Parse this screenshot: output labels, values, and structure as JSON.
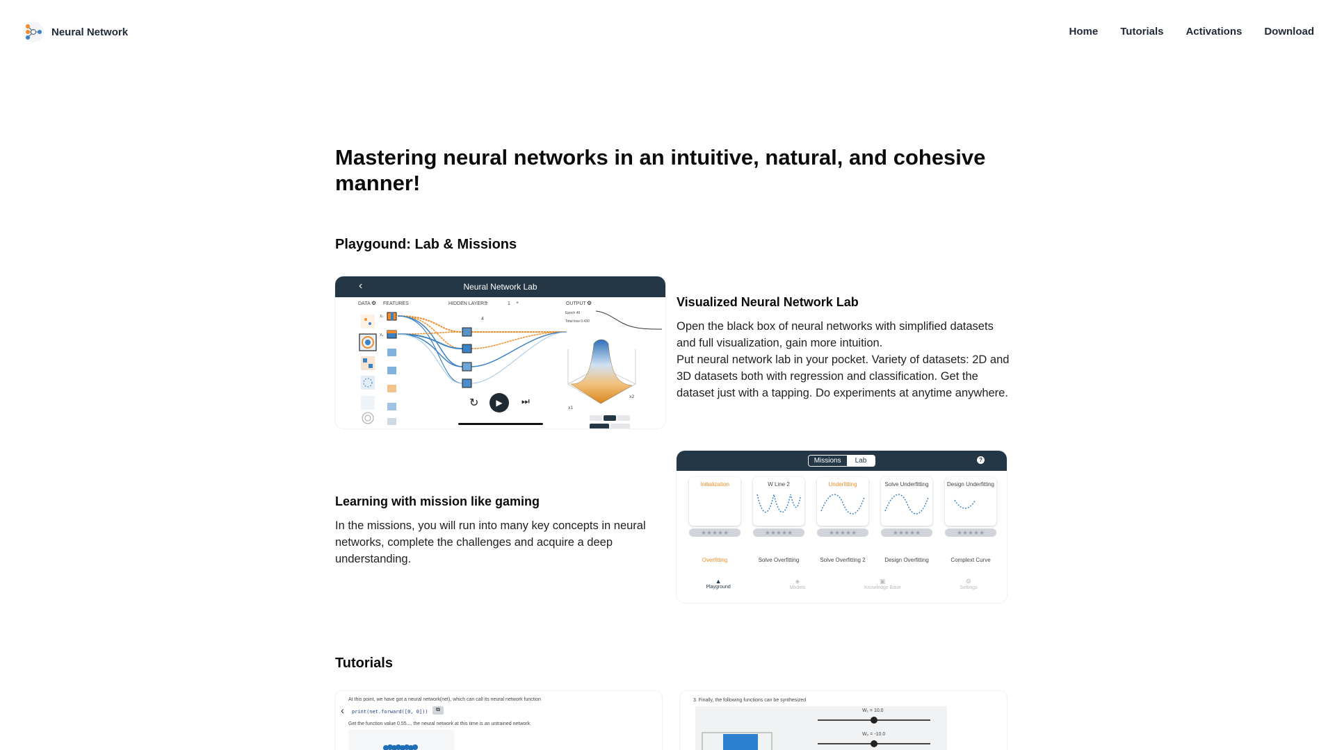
{
  "brand": {
    "name": "Neural Network",
    "logo_icon": "neural-network-logo-icon"
  },
  "nav": {
    "items": [
      "Home",
      "Tutorials",
      "Activations",
      "Download"
    ]
  },
  "hero": {
    "title": "Mastering neural networks in an intuitive, natural, and cohesive manner!"
  },
  "playground": {
    "section_title": "Playgound: Lab & Missions",
    "lab": {
      "title": "Visualized Neural Network Lab",
      "text": "Open the black box of neural networks with simplified datasets and full visualization, gain more intuition.\nPut neural network lab in your pocket. Variety of datasets: 2D and 3D datasets both with regression and classification. Get the dataset just with a tapping. Do experiments at anytime anywhere.",
      "screenshot": {
        "header": "Neural Network Lab",
        "labels": {
          "data": "DATA",
          "features": "FEATURES",
          "hidden_layers": "HIDDEN LAYERS",
          "layers_count": "1",
          "neurons_count": "4",
          "output": "OUTPUT"
        },
        "epoch_text": "Epoch 49",
        "loss_text": "Total loss 0.430"
      }
    },
    "missions": {
      "title": "Learning with mission like gaming",
      "text": "In the missions, you will run into many key concepts in neural networks, complete the challenges and acquire a deep understanding.",
      "screenshot": {
        "tabs": [
          "Missions",
          "Lab"
        ],
        "row1": [
          "Initialization",
          "W Line 2",
          "Underfitting",
          "Solve Underfitting",
          "Design Underfitting"
        ],
        "row2": [
          "Overfitting",
          "Solve Overfitting",
          "Solve Overfitting 2",
          "Design Overfitting",
          "Complext Curve"
        ],
        "bottom_tabs": [
          "Playground",
          "Models",
          "Knowledge Base",
          "Settings"
        ]
      }
    }
  },
  "tutorials": {
    "section_title": "Tutorials",
    "card1": {
      "line1": "At this point, we have got a neural network(net), which can call its neural network function",
      "code": "print(net.forward([0, 0]))",
      "line2": "Get the function value 0.55..., the neural network at this time is an untrained network."
    },
    "card2": {
      "line1": "3. Finally, the following functions can be synthesized",
      "slider1": "W₁ = 10.0",
      "slider2": "W₂ = -10.0"
    }
  },
  "colors": {
    "header_dark": "#243746",
    "orange": "#f28c28",
    "blue": "#3b82c4"
  }
}
